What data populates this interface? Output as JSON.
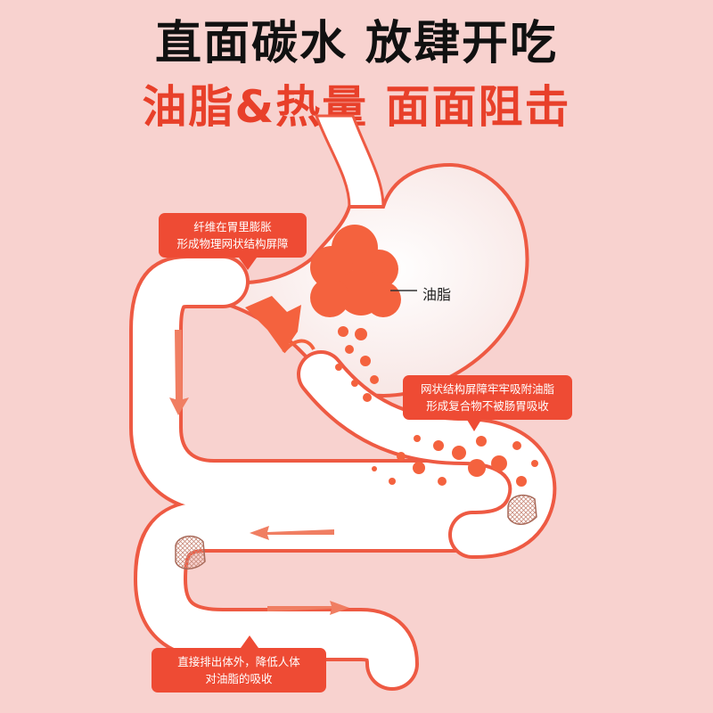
{
  "headline": {
    "line1": "直面碳水 放肆开吃",
    "line2": "油脂&热量 面面阻击"
  },
  "labels": {
    "fat": "油脂"
  },
  "callouts": {
    "fiber": {
      "line1": "纤维在胃里膨胀",
      "line2": "形成物理网状结构屏障"
    },
    "absorb": {
      "line1": "网状结构屏障牢牢吸附油脂",
      "line2": "形成复合物不被肠胃吸收"
    },
    "excrete": {
      "line1": "直接排出体外，降低人体",
      "line2": "对油脂的吸收"
    }
  },
  "colors": {
    "background": "#f8d2cf",
    "accent": "#e8402a",
    "organ_fill": "#ffffff",
    "organ_outline": "#ee5a43",
    "fat_blob": "#f4623e",
    "headline_dark": "#111111"
  },
  "icons": [
    "fiber-net-icon",
    "flow-arrow-icon",
    "fat-droplet-icon"
  ]
}
